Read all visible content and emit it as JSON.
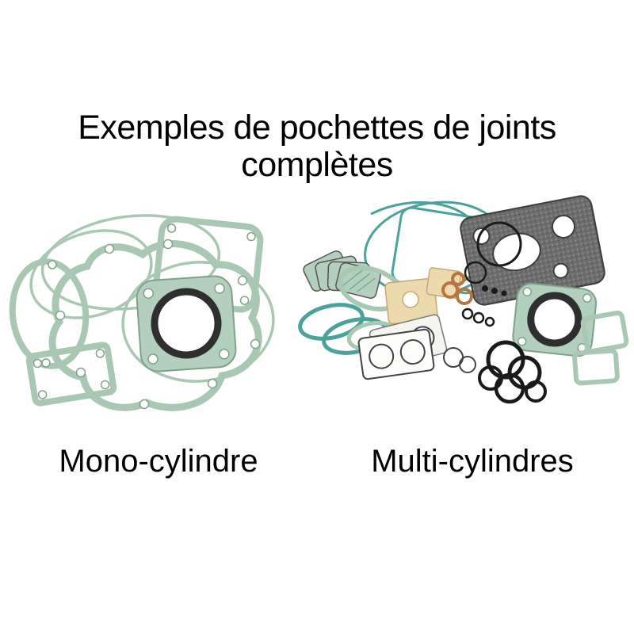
{
  "title": {
    "line1": "Exemples de pochettes de joints",
    "line2": "complètes"
  },
  "figures": {
    "left": {
      "label": "Mono-cylindre"
    },
    "right": {
      "label": "Multi-cylindres"
    }
  },
  "colors": {
    "text": "#000000",
    "gasket_green": "#a9c8b3",
    "gasket_green_dark": "#7fa28b",
    "gasket_green_fill": "#b3cfbd",
    "gasket_teal": "#4ba29a",
    "gasket_beige": "#ecd9ae",
    "gasket_beige_edge": "#c9a96b",
    "plate_gray": "#6e6e6e",
    "ring_black": "#1a1a1a",
    "copper": "#b5773f"
  }
}
